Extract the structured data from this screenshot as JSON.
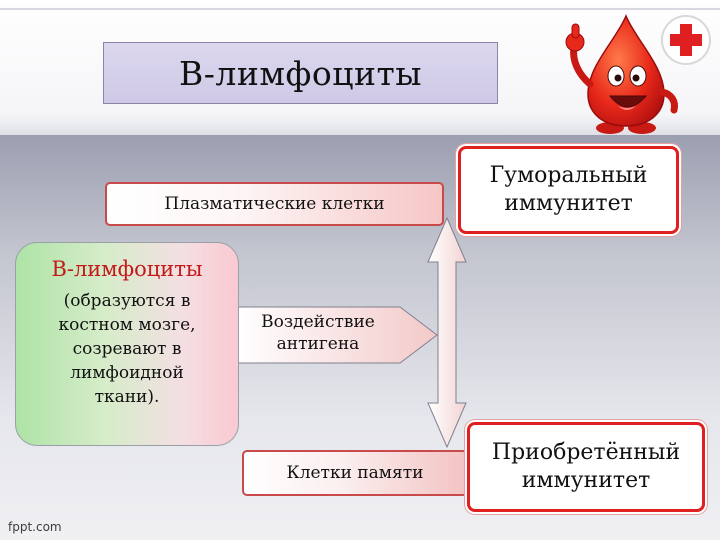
{
  "title": "В-лимфоциты",
  "nodes": {
    "plasma": "Плазматические клетки",
    "memory": "Клетки памяти",
    "humoral": [
      "Гуморальный",
      "иммунитет"
    ],
    "acquired": [
      "Приобретённый",
      "иммунитет"
    ],
    "source_title": "В-лимфоциты",
    "source_text": [
      "(образуются в",
      "костном мозге,",
      "созревают в",
      "лимфоидной",
      "ткани)."
    ],
    "arrow_label": [
      "Воздействие",
      "антигена"
    ]
  },
  "watermark": "fppt.com",
  "icons": {
    "mascot": "blood-drop-mascot-icon",
    "cross": "red-cross-icon"
  },
  "colors": {
    "accent_red": "#e02020",
    "title_red": "#c41a1a"
  }
}
